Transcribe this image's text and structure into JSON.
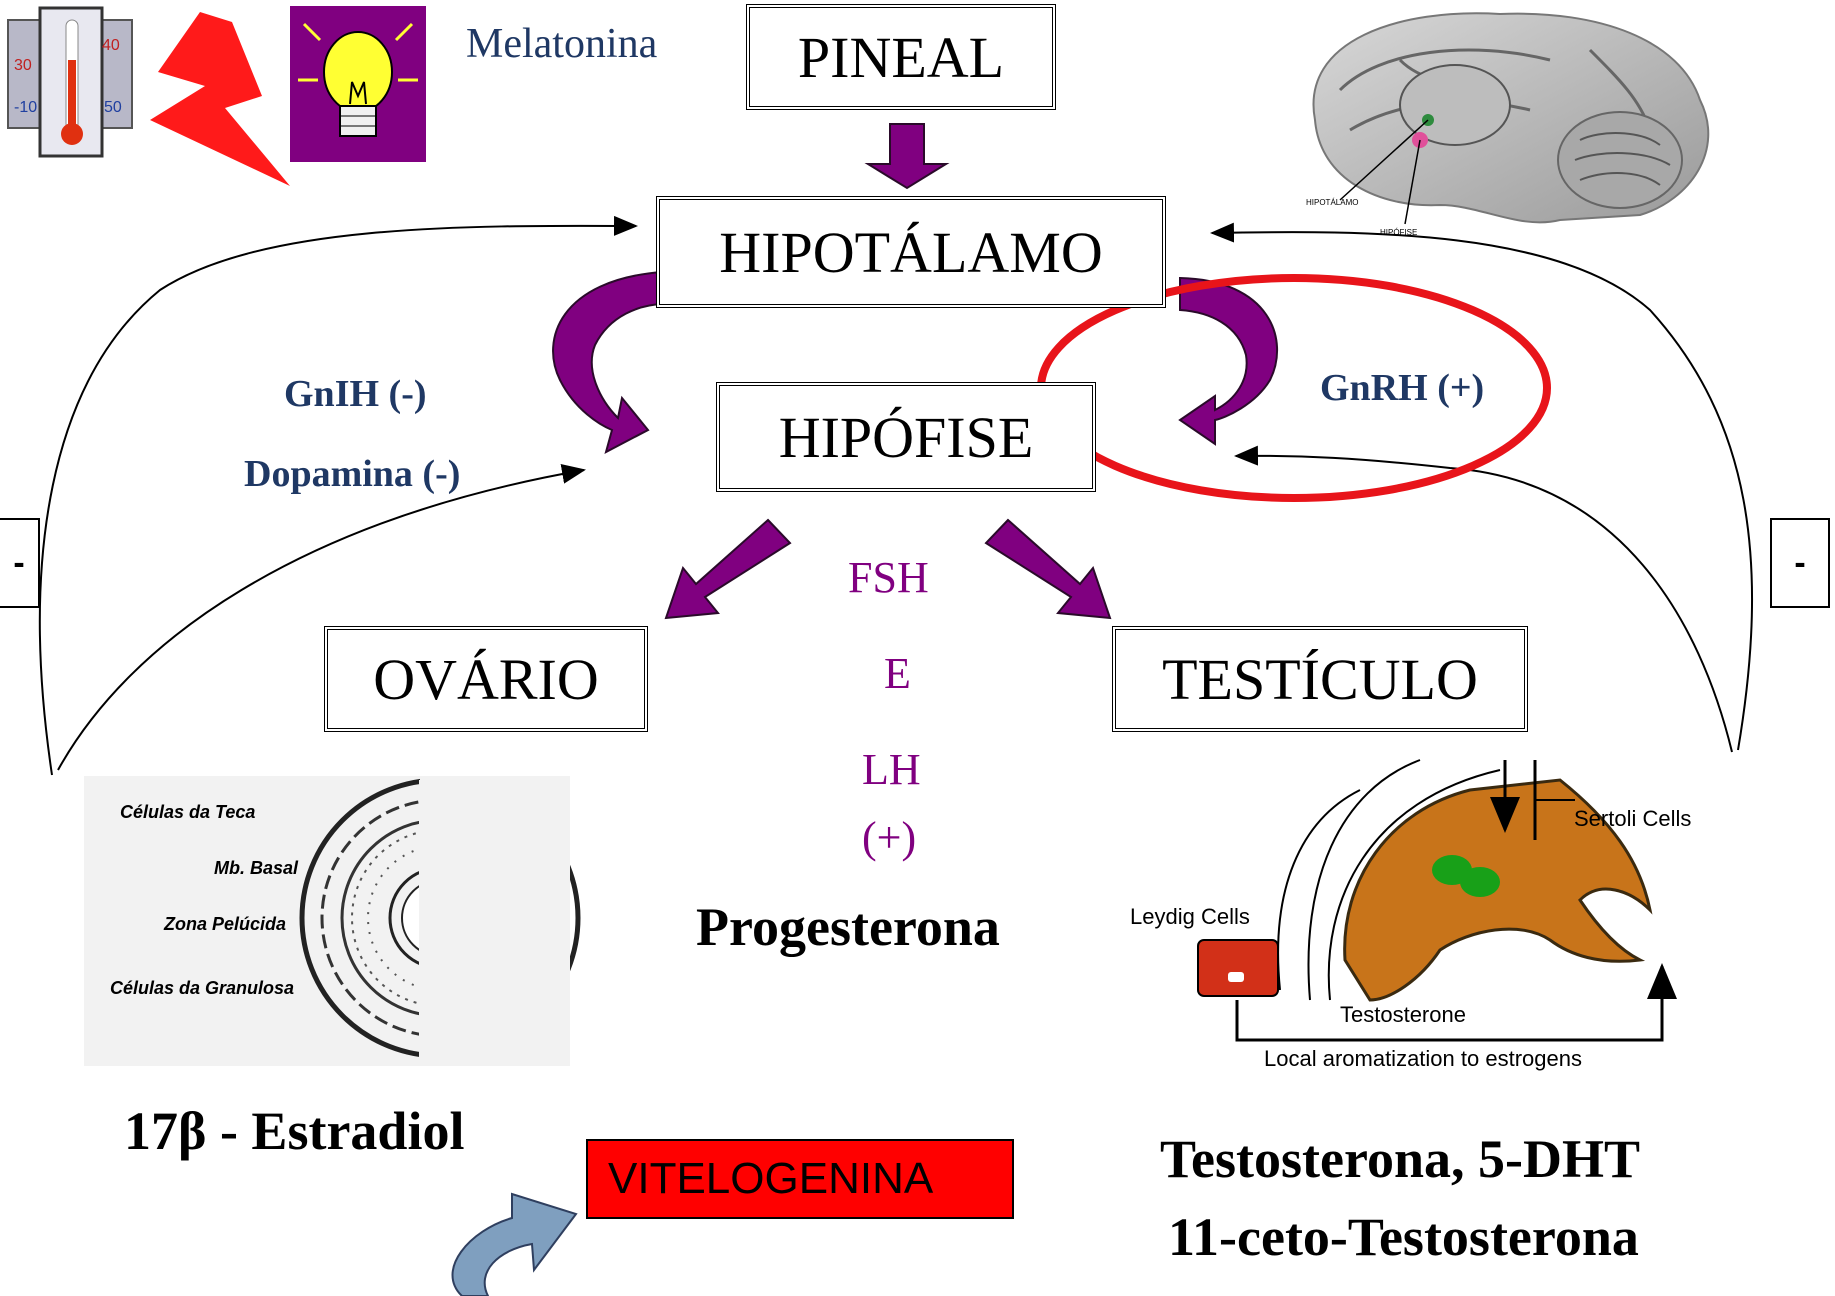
{
  "top_label": "Melatonina",
  "boxes": {
    "pineal": "PINEAL",
    "hipotalamo": "HIPOTÁLAMO",
    "hipofise": "HIPÓFISE",
    "ovario": "OVÁRIO",
    "testiculo": "TESTÍCULO"
  },
  "inhibitors": {
    "gnih": "GnIH (-)",
    "dopamina": "Dopamina (-)"
  },
  "stimulator": "GnRH (+)",
  "gonadotropins": {
    "fsh": "FSH",
    "e": "E",
    "lh": "LH",
    "plus": "(+)"
  },
  "progesterona": "Progesterona",
  "feedback_left": "-",
  "feedback_right": "-",
  "estradiol": "17β - Estradiol",
  "vitelogenina": "VITELOGENINA",
  "androgens": {
    "line1": "Testosterona, 5-DHT",
    "line2": "11-ceto-Testosterona"
  },
  "brain_labels": {
    "hipotalamo": "HIPOTÁLAMO",
    "hipofise": "HIPÓFISE"
  },
  "ovary_labels": [
    "Células da Teca",
    "Mb. Basal",
    "Zona Pelúcida",
    "Células da Granulosa"
  ],
  "testis_labels": {
    "sertoli": "Sertoli Cells",
    "leydig": "Leydig Cells",
    "testosterone": "Testosterone",
    "aromatization": "Local aromatization to estrogens"
  },
  "colors": {
    "arrow_purple": "#800080",
    "text_navy": "#1f3864",
    "highlight_red": "#e8141a",
    "vitelogenina_fill": "#ff0000",
    "curved_blue_arrow": "#7f9fbf",
    "bulb_panel": "#800080",
    "testis_orange": "#c8741a"
  },
  "icons": [
    "thermometer-icon",
    "lightning-icon",
    "light-bulb-icon",
    "brain-icon"
  ]
}
